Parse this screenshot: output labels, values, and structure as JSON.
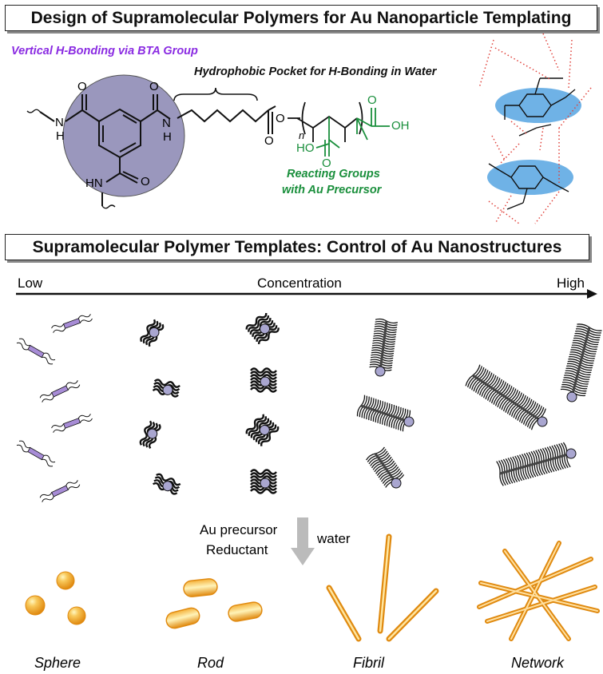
{
  "top_section": {
    "title": "Design of Supramolecular Polymers for Au Nanoparticle Templating",
    "bta_label": "Vertical H-Bonding via BTA Group",
    "pocket_label": "Hydrophobic Pocket for H-Bonding in Water",
    "reacting_label_line1": "Reacting Groups",
    "reacting_label_line2": "with Au Precursor",
    "atoms": {
      "nh": "NH",
      "n": "N",
      "h": "H",
      "hn": "HN",
      "o": "O",
      "oh": "OH",
      "ho": "HO",
      "subscript_n": "n"
    },
    "colors": {
      "bta_circle": "#9a97bd",
      "purple_text": "#8a2be2",
      "green_text": "#1a8f3c",
      "hbond_disc": "#6fb2e6",
      "hbond_dots": "#e0413a"
    }
  },
  "bottom_section": {
    "title": "Supramolecular Polymer Templates: Control of Au Nanostructures",
    "axis_low": "Low",
    "axis_mid": "Concentration",
    "axis_high": "High",
    "reagents_line1": "Au precursor",
    "reagents_line2": "Reductant",
    "solvent": "water",
    "shapes": [
      "Sphere",
      "Rod",
      "Fibril",
      "Network"
    ],
    "colors": {
      "gold_fill": "#f5b23a",
      "gold_edge": "#e08a10",
      "gold_highlight": "#fff7c0",
      "monomer": "#a78cd6",
      "core": "#a9a6d0"
    }
  }
}
